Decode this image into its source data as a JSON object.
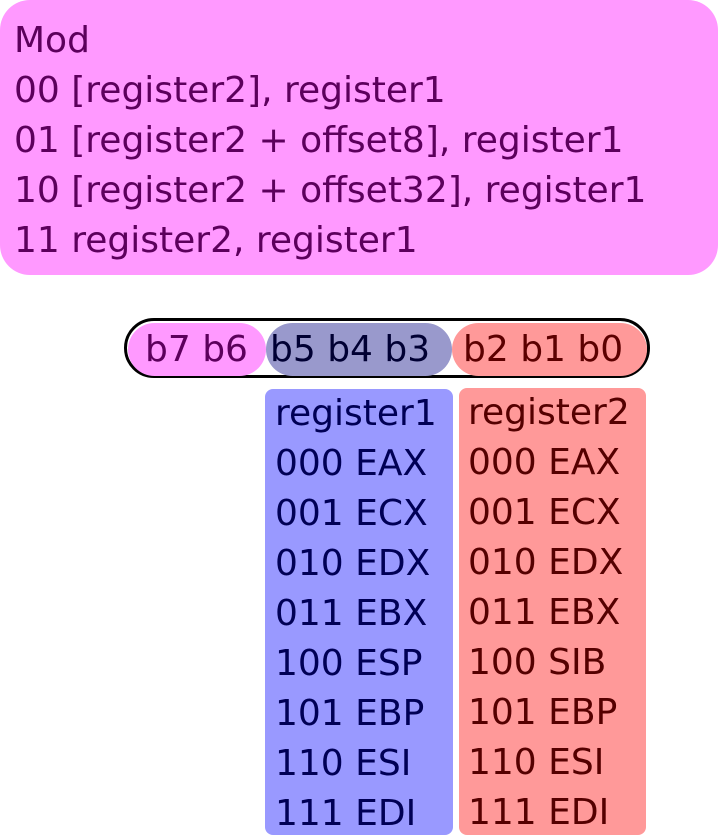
{
  "mod": {
    "title": "Mod",
    "rows": [
      "00 [register2], register1",
      "01 [register2 + offset8], register1",
      "10 [register2 + offset32], register1",
      "11 register2, register1"
    ]
  },
  "bits": {
    "mod_bits": "b7 b6",
    "reg1_bits": "b5 b4 b3",
    "reg2_bits": "b2 b1 b0"
  },
  "register1": {
    "title": "register1",
    "rows": [
      "000 EAX",
      "001 ECX",
      "010 EDX",
      "011 EBX",
      "100 ESP",
      "101 EBP",
      "110 ESI",
      "111 EDI"
    ]
  },
  "register2": {
    "title": "register2",
    "rows": [
      "000 EAX",
      "001 ECX",
      "010 EDX",
      "011 EBX",
      "100 SIB",
      "101 EBP",
      "110 ESI",
      "111 EDI"
    ]
  },
  "colors": {
    "mod_fill": "#ff99ff",
    "mod_text": "#5c005c",
    "reg1_fill": "#9999ff",
    "reg1_seg_fill": "#9999cc",
    "reg1_text": "#000055",
    "reg2_fill": "#ff9999",
    "reg2_text": "#550000"
  }
}
